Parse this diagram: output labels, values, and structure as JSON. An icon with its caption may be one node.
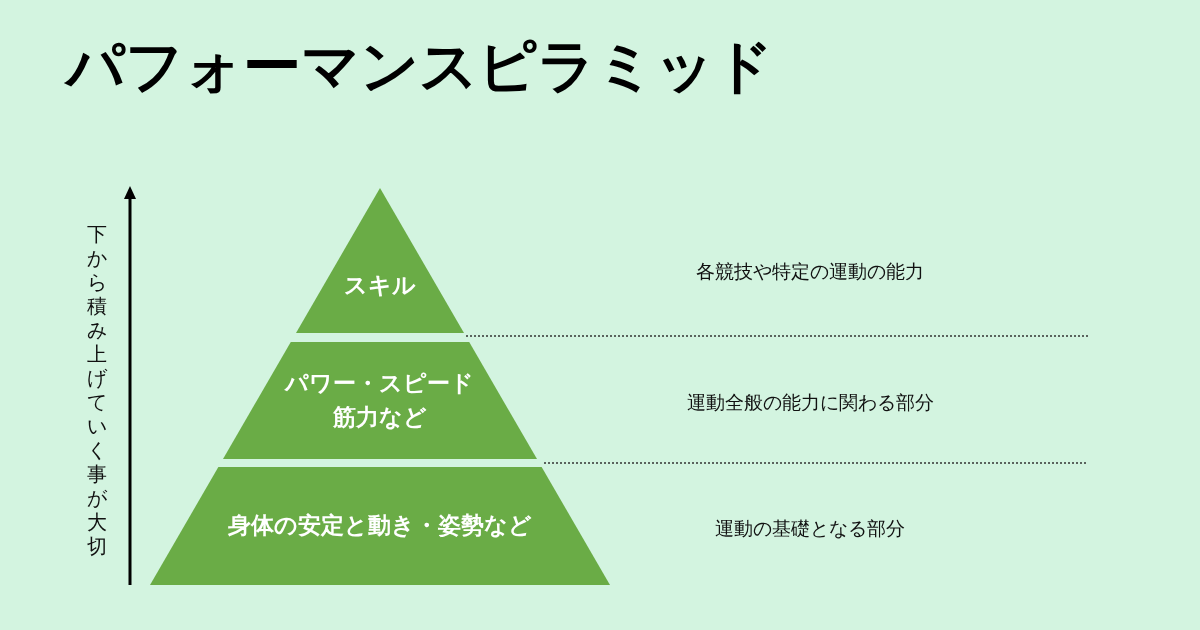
{
  "diagram": {
    "title": "パフォーマンスピラミッド",
    "nodes": [
      {
        "text": [
          "スキル"
        ]
      },
      {
        "text": [
          "パワー・スピード",
          "筋力など"
        ]
      },
      {
        "text": [
          "身体の安定と動き・姿勢など"
        ]
      }
    ],
    "edges": [],
    "labels": [
      "下から積み上げていく事が大切",
      "各競技や特定の運動の能力",
      "運動全般の能力に関わる部分",
      "運動の基礎となる部分"
    ]
  }
}
